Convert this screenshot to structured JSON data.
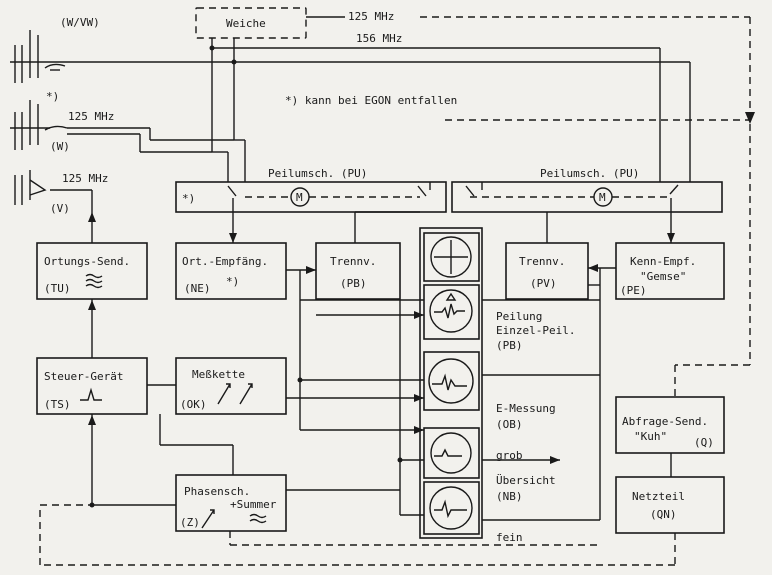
{
  "diagram": {
    "weiche": "Weiche",
    "freq_125_top": "125 MHz",
    "freq_156": "156 MHz",
    "note": "*) kann bei EGON entfallen",
    "ant_wvw": "(W/VW)",
    "ant_w_star": "*)",
    "ant_w_freq": "125 MHz",
    "ant_w": "(W)",
    "ant_v_freq": "125 MHz",
    "ant_v": "(V)",
    "pu_left_label": "Peilumsch. (PU)",
    "pu_left_star": "*)",
    "pu_right_label": "Peilumsch. (PU)",
    "motor": "M",
    "tu_name": "Ortungs-Send.",
    "tu_code": "(TU)",
    "ne_name": "Ort.-Empfäng.",
    "ne_code": "(NE)",
    "ne_star": "*)",
    "pb_name": "Trennv.",
    "pb_code": "(PB)",
    "pv_name": "Trennv.",
    "pv_code": "(PV)",
    "pe_name": "Kenn-Empf.",
    "pe_name2": "\"Gemse\"",
    "pe_code": "(PE)",
    "ts_name": "Steuer-Gerät",
    "ts_code": "(TS)",
    "ok_name": "Meßkette",
    "ok_code": "(OK)",
    "z_name": "Phasensch.",
    "z_name2": "+Summer",
    "z_code": "(Z)",
    "q_name": "Abfrage-Send.",
    "q_name2": "\"Kuh\"",
    "q_code": "(Q)",
    "qn_name": "Netzteil",
    "qn_code": "(QN)",
    "peilung": "Peilung",
    "einzel": "Einzel-Peil.",
    "pb_disp": "(PB)",
    "emessung": "E-Messung",
    "ob": "(OB)",
    "grob": "grob",
    "uebersicht": "Übersicht",
    "nb": "(NB)",
    "fein": "fein"
  }
}
